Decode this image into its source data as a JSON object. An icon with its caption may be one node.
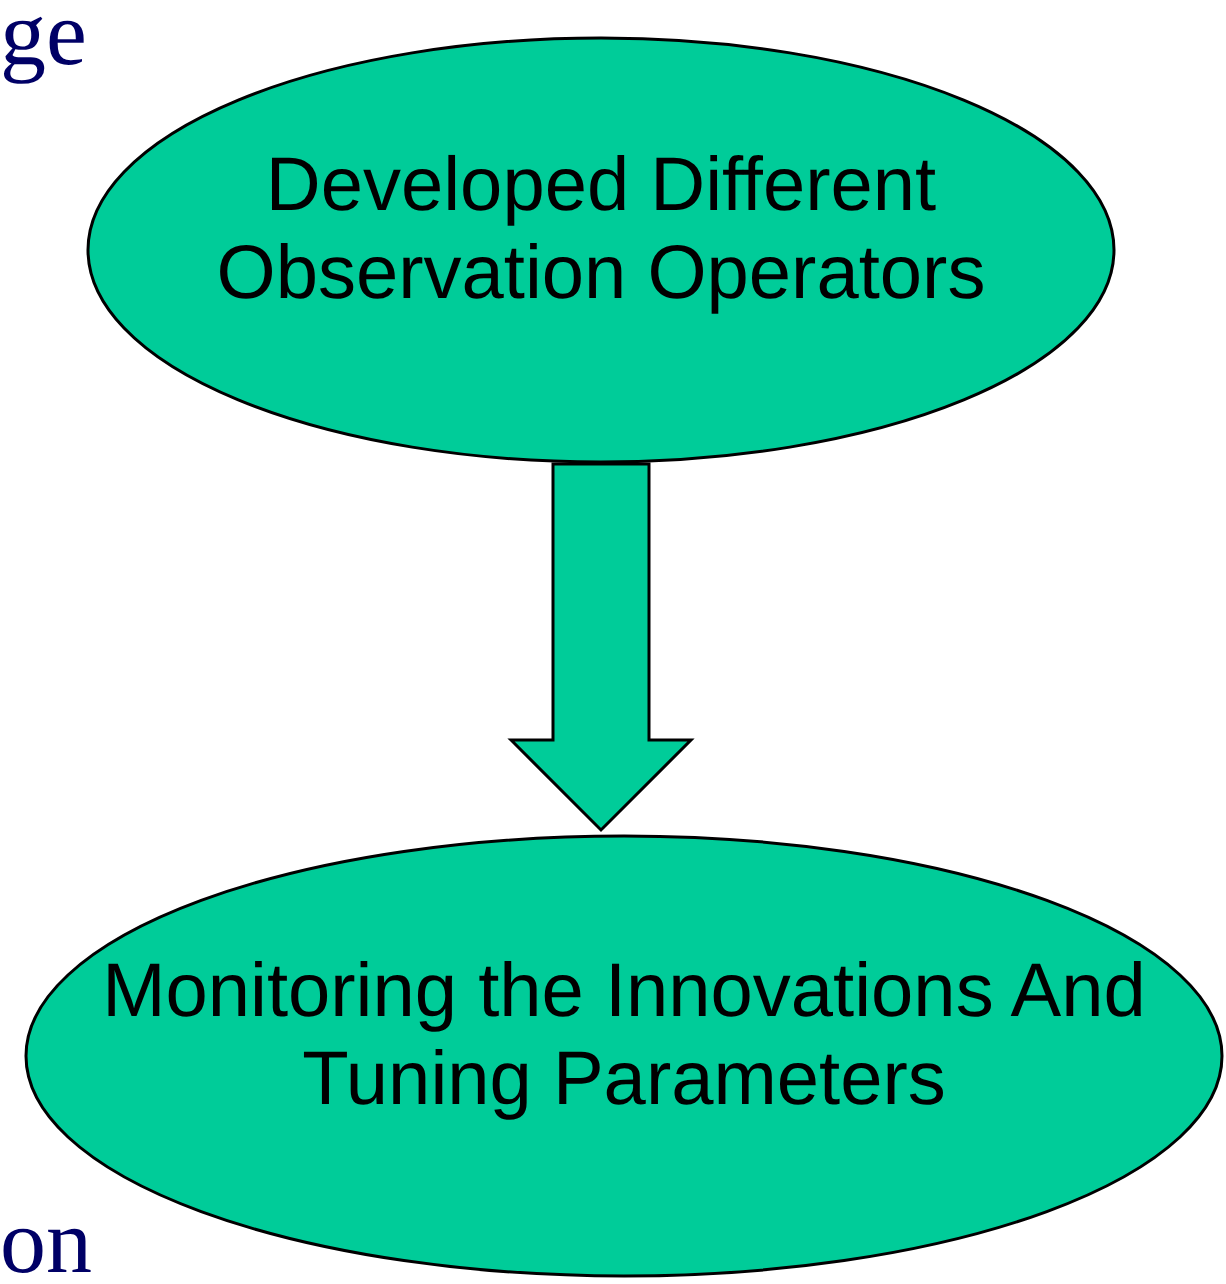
{
  "diagram": {
    "nodes": [
      {
        "text": [
          "Developed Different Observation Operators"
        ]
      },
      {
        "text": [
          "Monitoring the Innovations And Tuning Parameters"
        ]
      }
    ],
    "edges": [
      {
        "from": 0,
        "to": 1,
        "arrow": "to"
      }
    ],
    "labels": [
      "ge",
      "on"
    ]
  }
}
